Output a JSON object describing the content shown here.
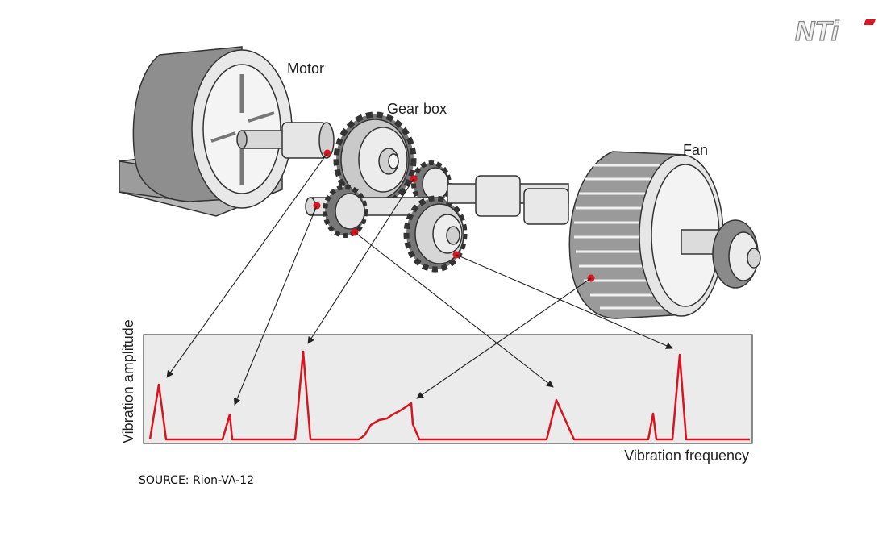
{
  "labels": {
    "motor": "Motor",
    "gearbox": "Gear box",
    "fan": "Fan",
    "x_axis": "Vibration frequency",
    "y_axis": "Vibration amplitude"
  },
  "source": "SOURCE: Rion-VA-12",
  "logo_text": "NTi",
  "colors": {
    "signal": "#d7141f",
    "plot_bg": "#ebebeb",
    "machine_gray": "#9a9a9a",
    "outline": "#333333"
  }
}
